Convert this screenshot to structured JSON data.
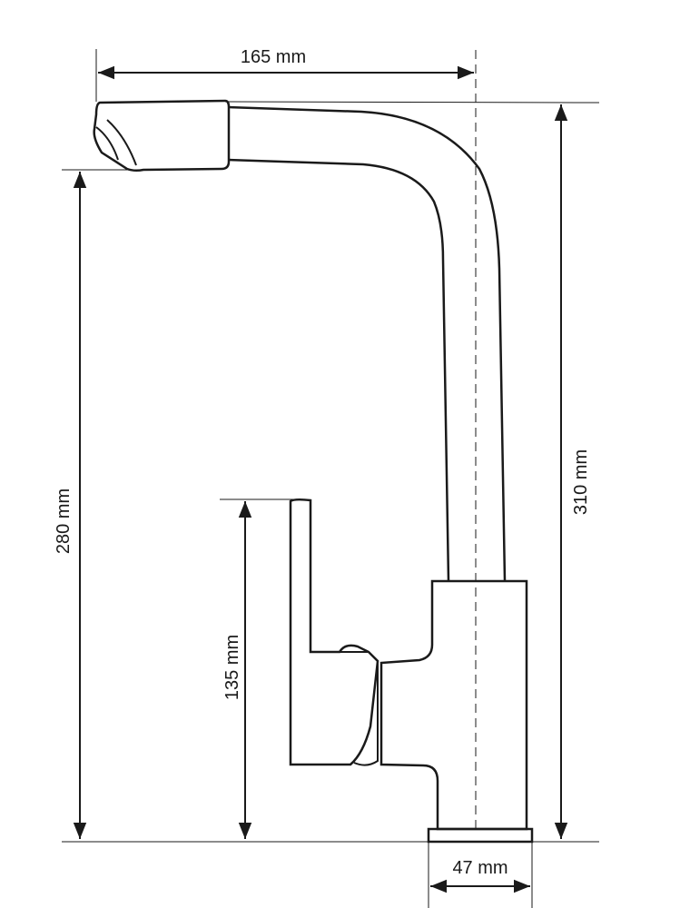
{
  "dimensions": {
    "spout_reach": "165 mm",
    "total_height": "310 mm",
    "spout_outlet_height": "280 mm",
    "lever_height": "135 mm",
    "base_diameter": "47 mm"
  }
}
